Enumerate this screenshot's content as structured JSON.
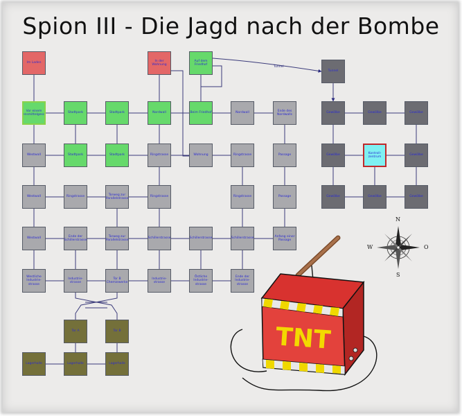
{
  "title": "Spion III - Die Jagd nach der Bombe",
  "colors": {
    "gray": "#a9a9ad",
    "green": "#66d96b",
    "red": "#e36767",
    "dark": "#6c6c72",
    "cyan": "#7ff0f2",
    "olive": "#74703a"
  },
  "rooms": [
    {
      "id": "im-laden",
      "label": "Im Laden",
      "type": "red"
    },
    {
      "id": "in-der-wohnung",
      "label": "In der Wohnung",
      "type": "red"
    },
    {
      "id": "auf-dem-friedhof",
      "label": "Auf dem Friedhof",
      "type": "green"
    },
    {
      "id": "tunnel-entry",
      "label": "Tunnel",
      "type": "dark"
    },
    {
      "id": "lebensmittelgeschaeft",
      "label": "Vor einem Lebensmittelgeschäft",
      "type": "green"
    },
    {
      "id": "stadtpark-1",
      "label": "Stadtpark",
      "type": "green"
    },
    {
      "id": "stadtpark-2",
      "label": "Stadtpark",
      "type": "green"
    },
    {
      "id": "nordwall-1",
      "label": "Nordwall",
      "type": "green"
    },
    {
      "id": "beim-friedhof",
      "label": "Beim Friedhof",
      "type": "green"
    },
    {
      "id": "nordwall-2",
      "label": "Nordwall",
      "type": "gray"
    },
    {
      "id": "ende-nordwall",
      "label": "Ende des Nordwalls",
      "type": "gray"
    },
    {
      "id": "gewoelbe-1",
      "label": "Gewölbe",
      "type": "dark"
    },
    {
      "id": "gewoelbe-2",
      "label": "Gewölbe",
      "type": "dark"
    },
    {
      "id": "gewoelbe-3",
      "label": "Gewölbe",
      "type": "dark"
    },
    {
      "id": "westwall-1",
      "label": "Westwall",
      "type": "gray"
    },
    {
      "id": "stadtpark-3",
      "label": "Stadtpark",
      "type": "green"
    },
    {
      "id": "stadtpark-4",
      "label": "Stadtpark",
      "type": "green"
    },
    {
      "id": "ringstrasse-1",
      "label": "Ringstrasse",
      "type": "gray"
    },
    {
      "id": "wohnung",
      "label": "Wohnung",
      "type": "gray"
    },
    {
      "id": "ringstrasse-2",
      "label": "Ringstrasse",
      "type": "gray"
    },
    {
      "id": "passage-1",
      "label": "Passage",
      "type": "gray"
    },
    {
      "id": "gewoelbe-4",
      "label": "Gewölbe",
      "type": "dark"
    },
    {
      "id": "kontrollzentrum",
      "label": "Kontroll-zentrum",
      "type": "cyan"
    },
    {
      "id": "gewoelbe-5",
      "label": "Gewölbe",
      "type": "dark"
    },
    {
      "id": "westwall-2",
      "label": "Westwall",
      "type": "gray"
    },
    {
      "id": "ringstrasse-3",
      "label": "Ringstrasse",
      "type": "gray"
    },
    {
      "id": "torweg-1",
      "label": "Torweg zur Parallelstrasse",
      "type": "gray"
    },
    {
      "id": "ringstrasse-4",
      "label": "Ringstrasse",
      "type": "gray"
    },
    {
      "id": "ringstrasse-5",
      "label": "Ringstrasse",
      "type": "gray"
    },
    {
      "id": "passage-2",
      "label": "Passage",
      "type": "gray"
    },
    {
      "id": "gewoelbe-6",
      "label": "Gewölbe",
      "type": "dark"
    },
    {
      "id": "gewoelbe-7",
      "label": "Gewölbe",
      "type": "dark"
    },
    {
      "id": "gewoelbe-8",
      "label": "Gewölbe",
      "type": "dark"
    },
    {
      "id": "westwall-3",
      "label": "Westwall",
      "type": "gray"
    },
    {
      "id": "ende-schillerstrasse",
      "label": "Ende der Schillerstrasse",
      "type": "gray"
    },
    {
      "id": "torweg-2",
      "label": "Torweg zur Parallelstrasse",
      "type": "gray"
    },
    {
      "id": "schillerstrasse-1",
      "label": "Schillerstrasse",
      "type": "gray"
    },
    {
      "id": "schillerstrasse-2",
      "label": "Schillerstrasse",
      "type": "gray"
    },
    {
      "id": "schillerstrasse-3",
      "label": "Schillerstrasse",
      "type": "gray"
    },
    {
      "id": "anfang-passage",
      "label": "Anfang einer Passage",
      "type": "gray"
    },
    {
      "id": "westliche-industrie",
      "label": "Westliche Industrie-strasse",
      "type": "gray"
    },
    {
      "id": "industrie-1",
      "label": "Industrie-strasse",
      "type": "gray"
    },
    {
      "id": "tor-b-chemie",
      "label": "Tor B Chemiewerke",
      "type": "gray"
    },
    {
      "id": "industrie-2",
      "label": "Industrie-strasse",
      "type": "gray"
    },
    {
      "id": "oestliche-industrie",
      "label": "Östliche Industrie-strasse",
      "type": "gray"
    },
    {
      "id": "ende-industrie",
      "label": "Ende der Industrie-strasse",
      "type": "gray"
    },
    {
      "id": "tor-a",
      "label": "Tor A",
      "type": "olive"
    },
    {
      "id": "tor-b",
      "label": "Tor B",
      "type": "olive"
    },
    {
      "id": "lagerhalle-1",
      "label": "Lagerhalle",
      "type": "olive"
    },
    {
      "id": "lagerhalle-2",
      "label": "Lagerhalle",
      "type": "olive"
    },
    {
      "id": "lagerhalle-3",
      "label": "Lagerhalle",
      "type": "olive"
    }
  ],
  "tunnel_label": "Tunnel",
  "compass": {
    "n": "N",
    "s": "S",
    "w": "W",
    "o": "O"
  },
  "tnt_label": "TNT"
}
